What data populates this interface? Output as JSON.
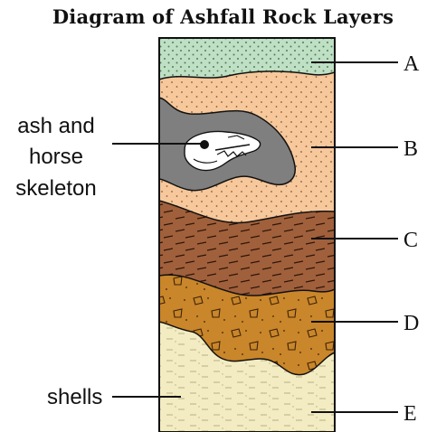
{
  "title": "Diagram of Ashfall Rock Layers",
  "layers": [
    {
      "label": "A",
      "color": "#bfe0c4"
    },
    {
      "label": "B",
      "color": "#f6c89c"
    },
    {
      "label": "C",
      "color": "#a0603c"
    },
    {
      "label": "D",
      "color": "#c9862a"
    },
    {
      "label": "E",
      "color": "#f3ecc2"
    }
  ],
  "annotations": {
    "ash_line1": "ash and",
    "ash_line2": "horse",
    "ash_line3": "skeleton",
    "shells": "shells"
  },
  "colors": {
    "ash": "#7f7f7f",
    "outline": "#111111"
  }
}
